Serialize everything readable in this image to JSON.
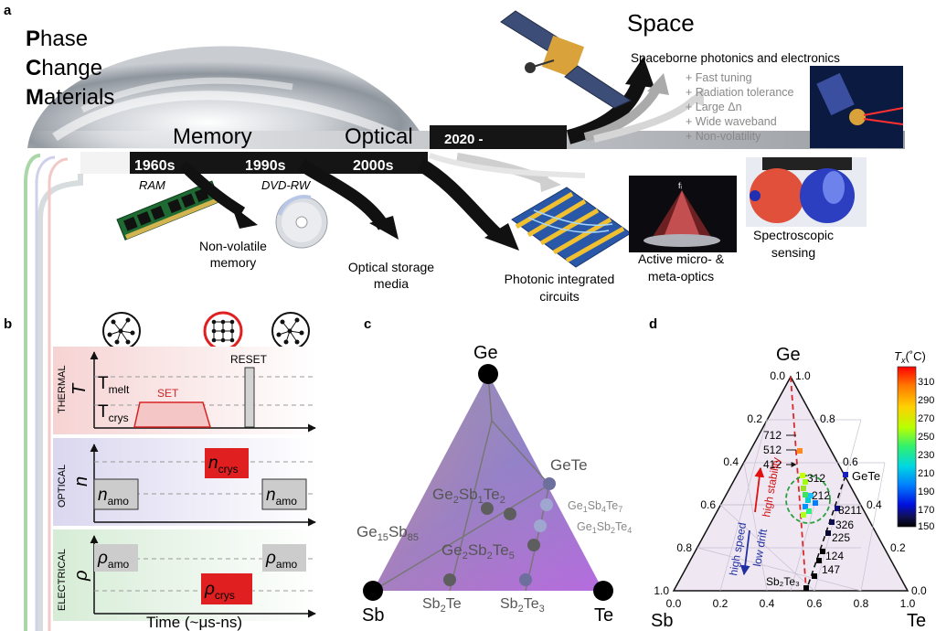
{
  "panel_a": {
    "label": "a",
    "title_lines": [
      {
        "initial": "P",
        "rest": "hase"
      },
      {
        "initial": "C",
        "rest": "hange"
      },
      {
        "initial": "M",
        "rest": "aterials"
      }
    ],
    "eras": {
      "memory": "Memory",
      "optical": "Optical",
      "space": "Space"
    },
    "years": [
      "1960s",
      "1990s",
      "2000s",
      "2020 -"
    ],
    "tech_labels": {
      "ram": "RAM",
      "dvd": "DVD-RW"
    },
    "outcomes": {
      "nonvolatile": [
        "Non-volatile",
        "memory"
      ],
      "optical_storage": [
        "Optical storage",
        "media"
      ],
      "photonic": [
        "Photonic integrated",
        "circuits"
      ],
      "active": [
        "Active micro- &",
        "meta-optics"
      ],
      "spectro": [
        "Spectroscopic",
        "sensing"
      ]
    },
    "space_heading": "Spaceborne photonics and electronics",
    "space_benefits": [
      "+ Fast tuning",
      "+ Radiation tolerance",
      "+ Large Δn",
      "+ Wide waveband",
      "+ Non-volatility"
    ],
    "lens_label": "fᵢ"
  },
  "panel_b": {
    "label": "b",
    "rows": {
      "thermal": "THERMAL",
      "optical": "OPTICAL",
      "electrical": "ELECTRICAL"
    },
    "axis_symbols": {
      "thermal": "T",
      "optical": "n",
      "electrical": "ρ"
    },
    "thermal": {
      "t_melt": "T",
      "t_melt_sub": "melt",
      "t_crys": "T",
      "t_crys_sub": "crys",
      "set": "SET",
      "reset": "RESET"
    },
    "optical": {
      "n1": "n",
      "n1_sub": "amo",
      "n2": "n",
      "n2_sub": "crys",
      "n3": "n",
      "n3_sub": "amo"
    },
    "electrical": {
      "r1": "ρ",
      "r1_sub": "amo",
      "r2": "ρ",
      "r2_sub": "crys",
      "r3": "ρ",
      "r3_sub": "amo"
    },
    "time_label": "Time (~μs-ns)",
    "colors": {
      "set_red": "#d62424",
      "crys_box": "#e02020",
      "amo_box": "#c8c8c8"
    }
  },
  "panel_c": {
    "label": "c",
    "vertices": {
      "top": "Ge",
      "left": "Sb",
      "right": "Te"
    },
    "compounds": [
      {
        "main": "Ge",
        "sub": "2",
        "main2": "Sb",
        "sub2": "1",
        "main3": "Te",
        "sub3": "2"
      },
      {
        "main": "Ge",
        "sub": "15",
        "main2": "Sb",
        "sub2": "85"
      },
      {
        "main": "Ge",
        "sub": "2",
        "main2": "Sb",
        "sub2": "2",
        "main3": "Te",
        "sub3": "5"
      },
      {
        "main": "Sb",
        "sub": "2",
        "main2": "Te"
      },
      {
        "main": "Sb",
        "sub": "2",
        "main2": "Te",
        "sub2": "3"
      },
      {
        "main": "GeTe"
      },
      {
        "main": "Ge",
        "sub": "1",
        "main2": "Sb",
        "sub2": "4",
        "main3": "Te",
        "sub3": "7"
      },
      {
        "main": "Ge",
        "sub": "1",
        "main2": "Sb",
        "sub2": "2",
        "main3": "Te",
        "sub3": "4"
      }
    ]
  },
  "panel_d": {
    "label": "d",
    "vertices": {
      "top": "Ge",
      "left": "Sb",
      "right": "Te"
    },
    "edge_ticks_left": [
      "0.0",
      "0.2",
      "0.4",
      "0.6",
      "0.8",
      "1.0"
    ],
    "edge_ticks_right": [
      "1.0",
      "0.8",
      "0.6",
      "0.4",
      "0.2",
      "0.0"
    ],
    "edge_ticks_bottom": [
      "0.0",
      "0.2",
      "0.4",
      "0.6",
      "0.8",
      "1.0"
    ],
    "point_labels": [
      "712",
      "512",
      "412",
      "312",
      "212",
      "GeTe",
      "8211",
      "326",
      "225",
      "124",
      "147",
      "Sb₂Te₃"
    ],
    "arrows": {
      "stability": "high stability",
      "speed": "high speed",
      "drift": "low drift"
    },
    "colorbar": {
      "title": "T",
      "title_sub": "x",
      "unit": "(˚C)",
      "ticks": [
        "310",
        "290",
        "270",
        "250",
        "230",
        "210",
        "190",
        "170",
        "150"
      ],
      "colors": [
        "#ff0000",
        "#ff7f00",
        "#ffd500",
        "#c8ff00",
        "#40ff60",
        "#00e0e0",
        "#0090ff",
        "#0020ff",
        "#101060",
        "#000000"
      ]
    }
  }
}
